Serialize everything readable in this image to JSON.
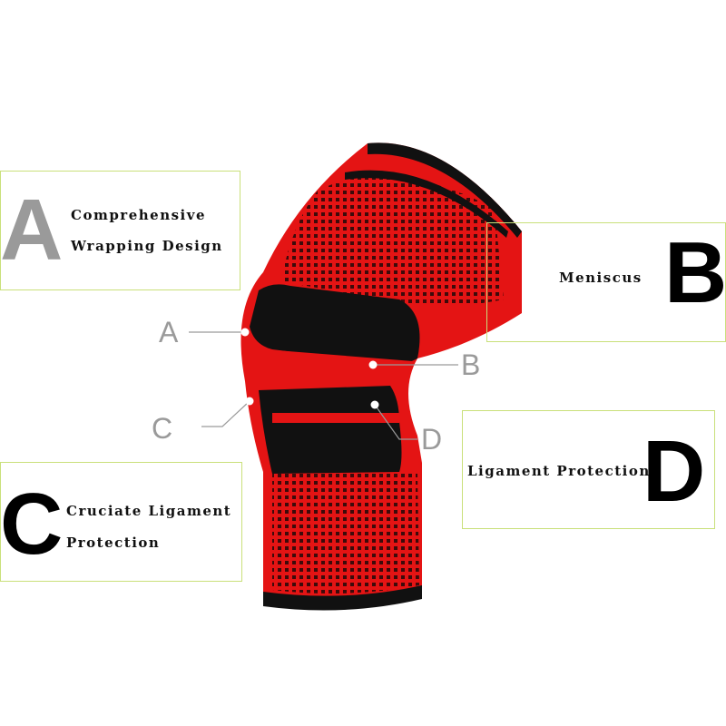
{
  "features": [
    {
      "letter": "A",
      "lines": [
        "Comprehensive",
        "Wrapping Design"
      ]
    },
    {
      "letter": "B",
      "lines": [
        "Meniscus"
      ]
    },
    {
      "letter": "C",
      "lines": [
        "Cruciate Ligament",
        "Protection"
      ]
    },
    {
      "letter": "D",
      "lines": [
        "Ligament Protection"
      ]
    }
  ],
  "markers": [
    "A",
    "B",
    "C",
    "D"
  ],
  "colors": {
    "box_border": "#c9e07a",
    "brace_red": "#e01010",
    "brace_black": "#111111",
    "letter_gray": "#9a9a9a"
  }
}
